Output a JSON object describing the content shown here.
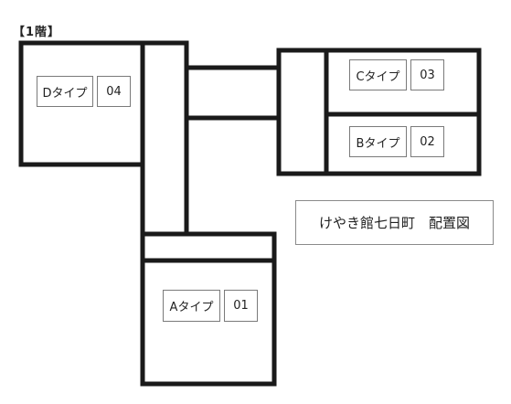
{
  "floor_label": "【1階】",
  "title": "けやき館七日町　配置図",
  "colors": {
    "wall": "#1a1a1a",
    "tag_border": "#7a7a7a"
  },
  "units": [
    {
      "type_label": "Dタイプ",
      "number": "04"
    },
    {
      "type_label": "Cタイプ",
      "number": "03"
    },
    {
      "type_label": "Bタイプ",
      "number": "02"
    },
    {
      "type_label": "Aタイプ",
      "number": "01"
    }
  ]
}
